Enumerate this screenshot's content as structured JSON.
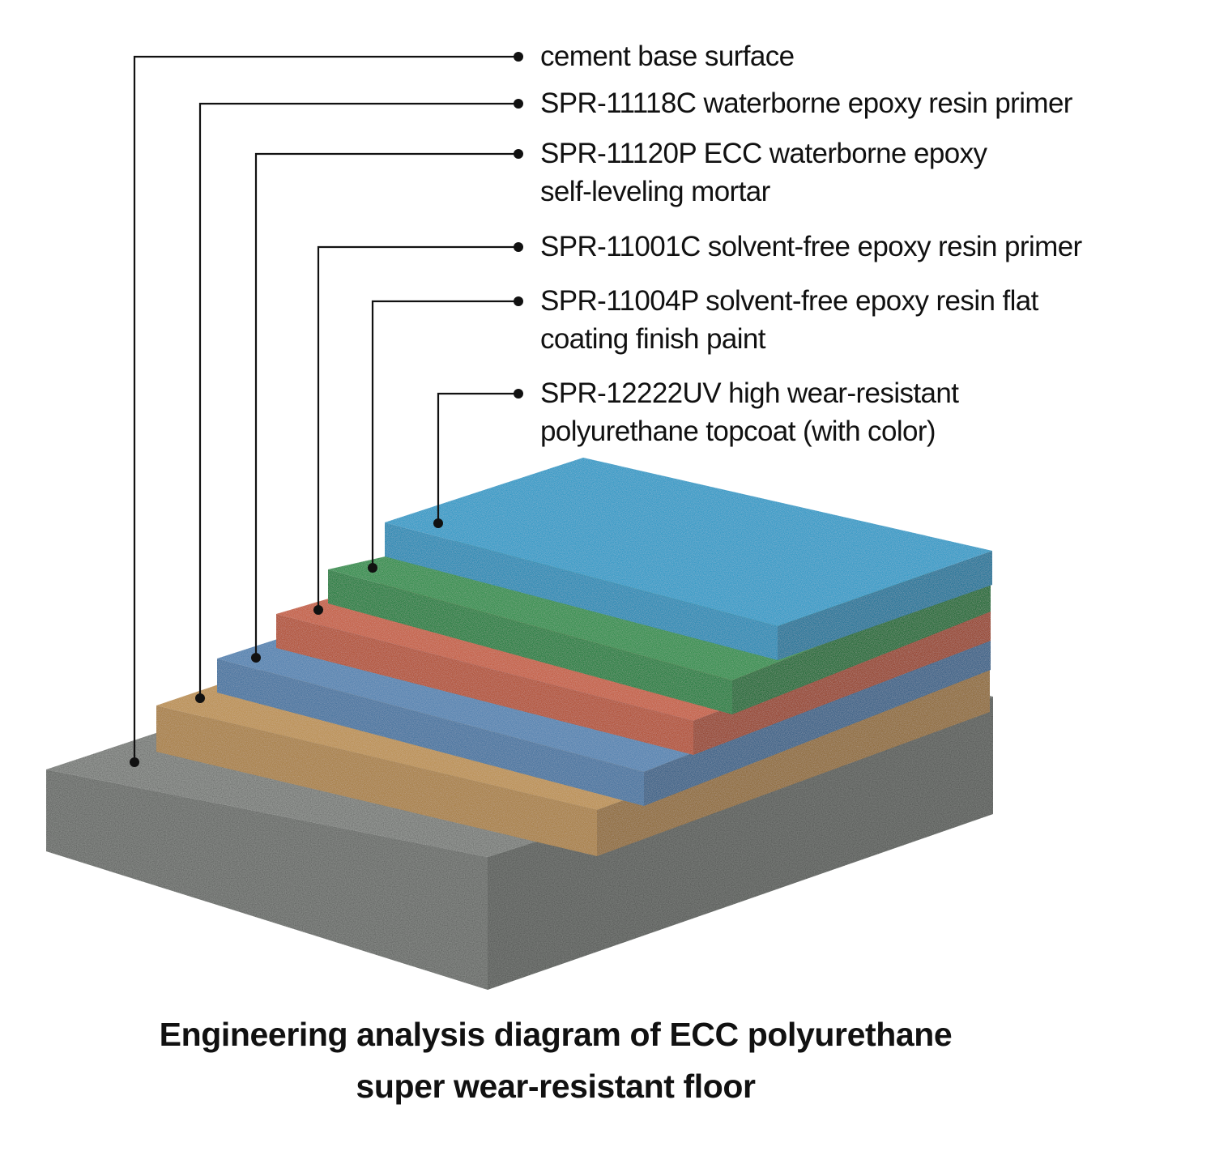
{
  "layers": [
    {
      "label_lines": [
        "cement base surface"
      ],
      "color": "#8c8f8c"
    },
    {
      "label_lines": [
        "SPR-11118C waterborne epoxy resin primer"
      ],
      "color": "#b88c4e"
    },
    {
      "label_lines": [
        "SPR-11120P ECC waterborne epoxy",
        "self-leveling mortar"
      ],
      "color": "#4f7fae"
    },
    {
      "label_lines": [
        "SPR-11001C solvent-free epoxy resin primer"
      ],
      "color": "#c25a3e"
    },
    {
      "label_lines": [
        "SPR-11004P solvent-free epoxy resin flat",
        "coating finish paint"
      ],
      "color": "#2c8a48"
    },
    {
      "label_lines": [
        "SPR-12222UV high wear-resistant",
        "polyurethane topcoat (with color)"
      ],
      "color": "#2e97c4"
    }
  ],
  "title": {
    "lines": [
      "Engineering analysis diagram of ECC polyurethane",
      "super wear-resistant floor"
    ]
  },
  "colors": {
    "leader_line": "#111111",
    "text": "#111111"
  }
}
